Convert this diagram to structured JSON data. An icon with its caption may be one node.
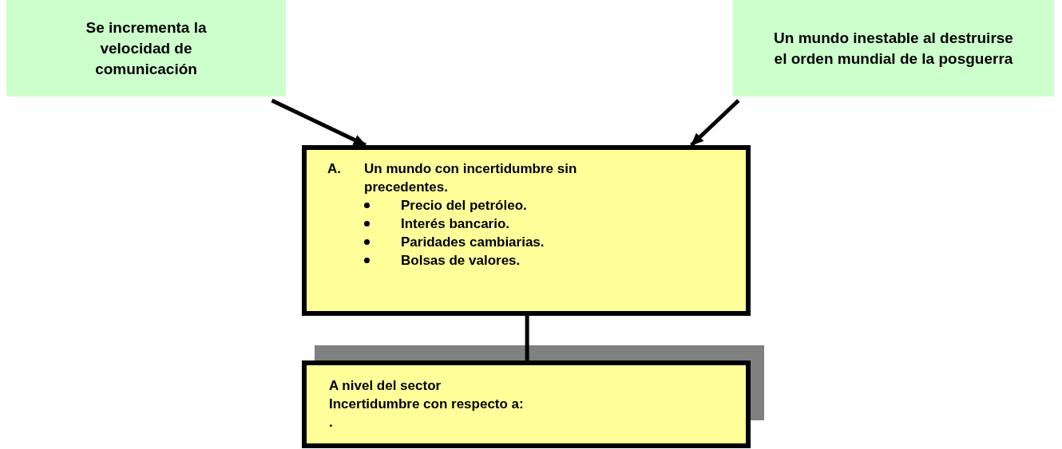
{
  "diagram": {
    "nodes": [
      {
        "text": [
          "Se incrementa la velocidad de comunicación"
        ]
      },
      {
        "text": [
          "Un mundo inestable al destruirse el orden mundial de la posguerra"
        ]
      },
      {
        "text": [
          "A.",
          "Un mundo con incertidumbre sin precedentes.",
          "Precio del petróleo.",
          "Interés bancario.",
          "Paridades cambiarias.",
          "Bolsas de valores."
        ]
      },
      {
        "text": [
          "A nivel del sector",
          "Incertidumbre con respecto a:",
          "."
        ]
      }
    ],
    "edges": [
      {
        "from": 0,
        "to": 2,
        "arrow": "to"
      },
      {
        "from": 1,
        "to": 2,
        "arrow": "to"
      },
      {
        "from": 2,
        "to": 3,
        "arrow": "none"
      }
    ]
  }
}
